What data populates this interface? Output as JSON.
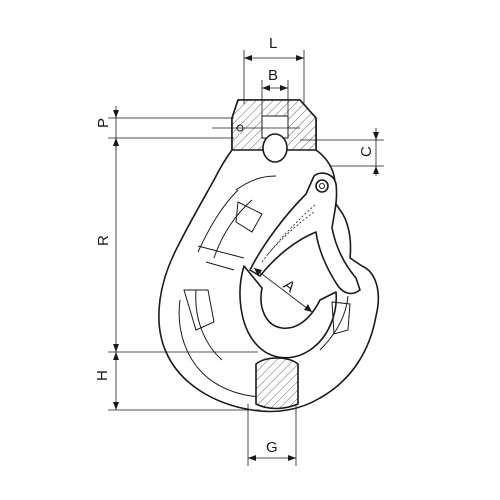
{
  "labels": {
    "L": "L",
    "B": "B",
    "P": "P",
    "C": "C",
    "R": "R",
    "A": "A",
    "H": "H",
    "G": "G"
  }
}
